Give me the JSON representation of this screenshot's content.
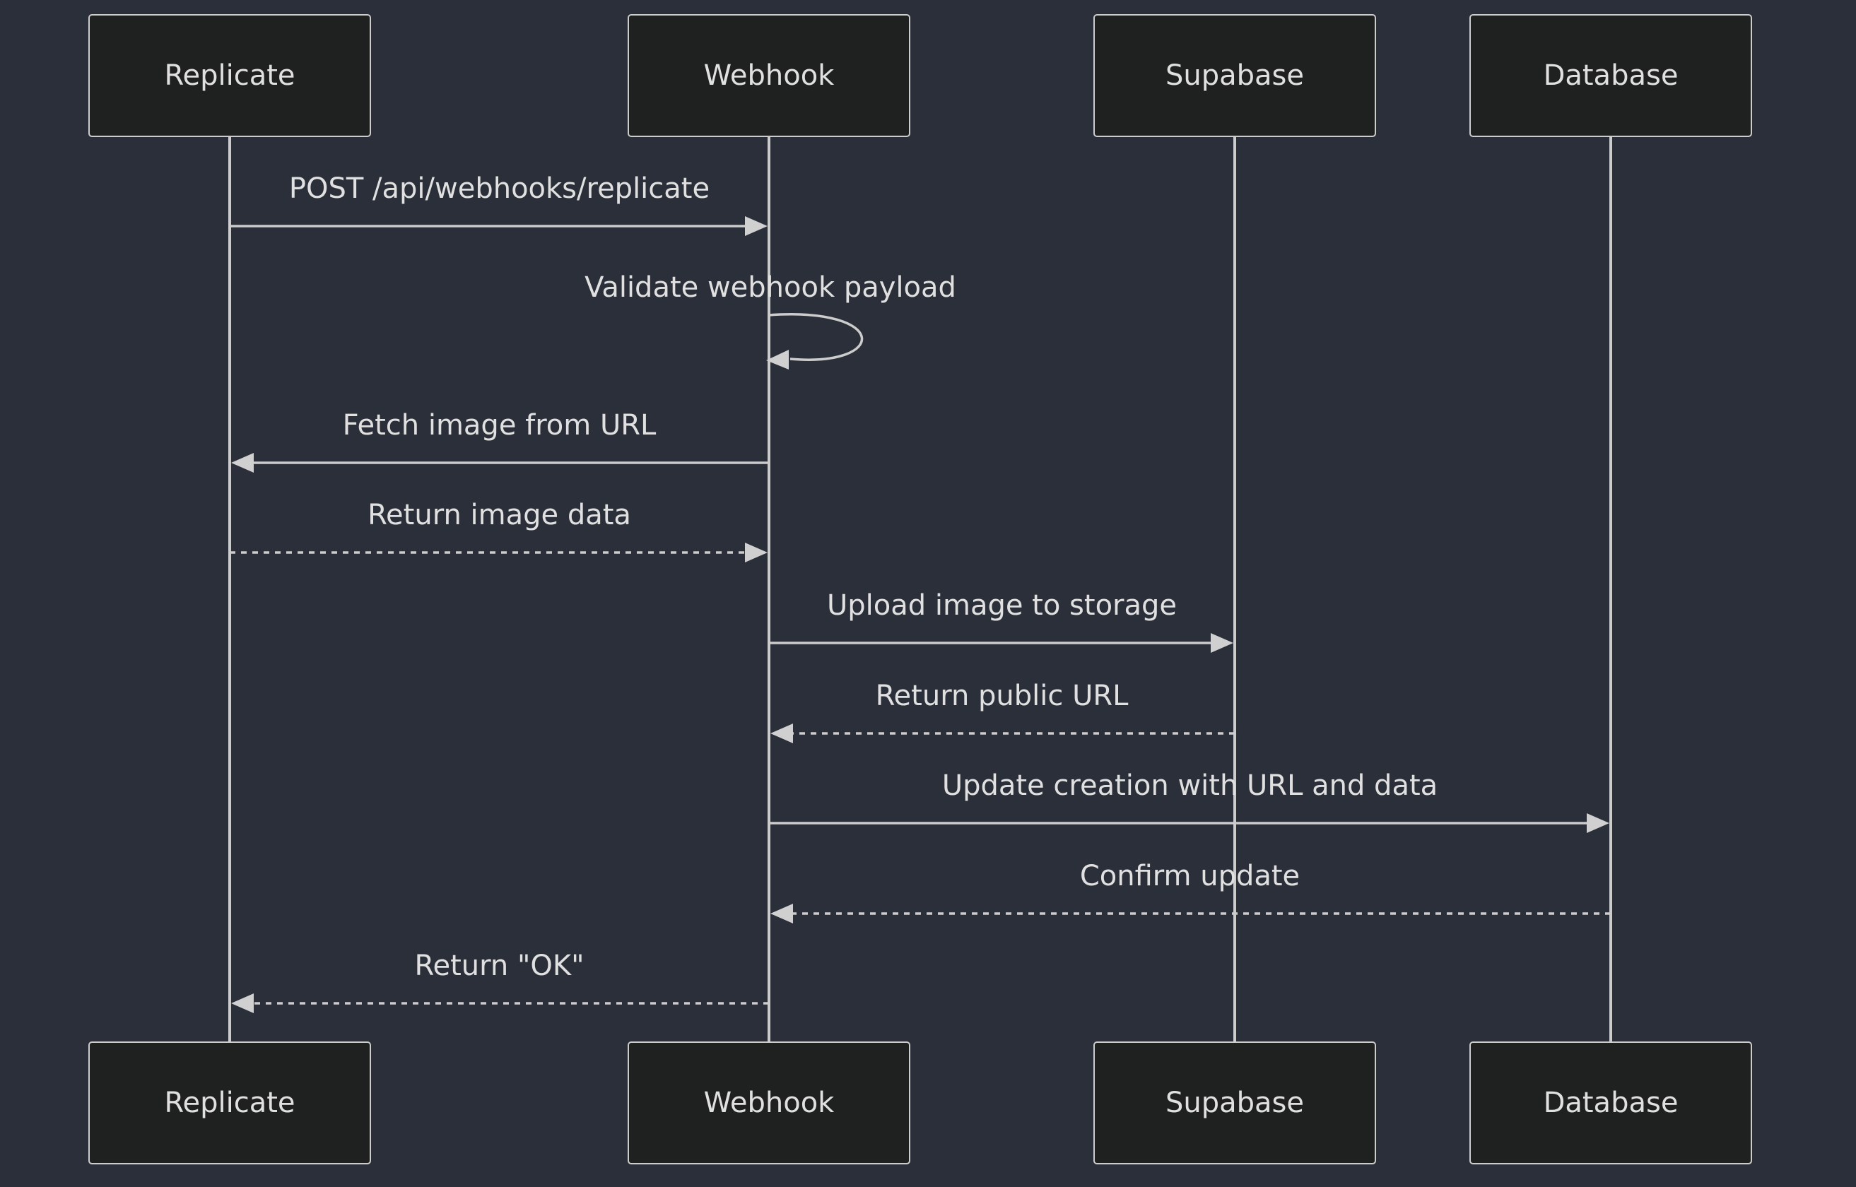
{
  "diagram": {
    "participants": [
      {
        "id": "replicate",
        "label": "Replicate"
      },
      {
        "id": "webhook",
        "label": "Webhook"
      },
      {
        "id": "supabase",
        "label": "Supabase"
      },
      {
        "id": "database",
        "label": "Database"
      }
    ],
    "messages": [
      {
        "from": "replicate",
        "to": "webhook",
        "label": "POST /api/webhooks/replicate",
        "style": "solid"
      },
      {
        "from": "webhook",
        "to": "webhook",
        "label": "Validate webhook payload",
        "style": "solid"
      },
      {
        "from": "webhook",
        "to": "replicate",
        "label": "Fetch image from URL",
        "style": "solid"
      },
      {
        "from": "replicate",
        "to": "webhook",
        "label": "Return image data",
        "style": "dashed"
      },
      {
        "from": "webhook",
        "to": "supabase",
        "label": "Upload image to storage",
        "style": "solid"
      },
      {
        "from": "supabase",
        "to": "webhook",
        "label": "Return public URL",
        "style": "dashed"
      },
      {
        "from": "webhook",
        "to": "database",
        "label": "Update creation with URL and data",
        "style": "solid"
      },
      {
        "from": "database",
        "to": "webhook",
        "label": "Confirm update",
        "style": "dashed"
      },
      {
        "from": "webhook",
        "to": "replicate",
        "label": "Return \"OK\"",
        "style": "dashed"
      }
    ]
  },
  "colors": {
    "background": "#2b2f3a",
    "actor_fill": "#1f2020",
    "actor_stroke": "#cccccc",
    "line": "#cccccc",
    "text": "#e0e0e0"
  }
}
